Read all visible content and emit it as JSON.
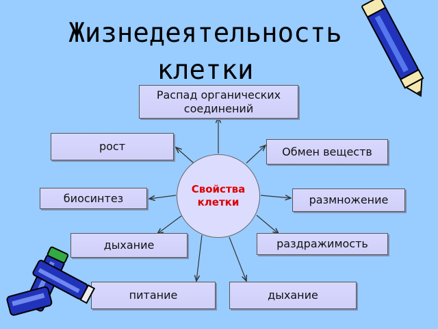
{
  "title": {
    "line1": "Жизнедеятельность",
    "line2": "клетки"
  },
  "center": {
    "label": "Свойства клетки"
  },
  "nodes": {
    "decay": "Распад органических соединений",
    "growth": "рост",
    "metabolism": "Обмен веществ",
    "biosynthesis": "биосинтез",
    "reproduction": "размножение",
    "respiration_left": "дыхание",
    "irritability": "раздражимость",
    "nutrition": "питание",
    "respiration_bottom": "дыхание"
  },
  "colors": {
    "background": "#99ccff",
    "box_fill": "#d8d8ff",
    "center_text": "#dd0000"
  },
  "decorations": [
    "pen-icon",
    "markers-icon"
  ]
}
